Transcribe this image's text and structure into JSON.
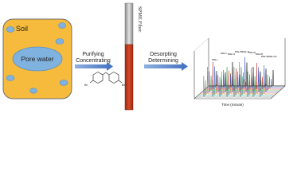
{
  "soil_panel": {
    "title": "Soil",
    "pore_label": "Pore water",
    "colors": {
      "soil": "#f6bb3d",
      "soil_edge": "#6e6e6e",
      "water": "#7fb2df",
      "water_edge": "#5e8fc0"
    }
  },
  "step1": {
    "line1": "Purifying",
    "line2": "Concentrating"
  },
  "step2": {
    "line1": "Desorpting",
    "line2": "Determining"
  },
  "fiber": {
    "label": "SPME Fiber",
    "colors": {
      "coating": "#c1391c",
      "shaft": "#a8a8a8"
    }
  },
  "chromatogram": {
    "x_axis_label": "Time (minute)",
    "peak_labels": [
      "BDE-1",
      "BDE-3",
      "BDE-15",
      "BDE-28",
      "BDE-47",
      "BDE-66",
      "BDE-85",
      "BDE-99",
      "BDE-100"
    ],
    "trace_colors": [
      "#111111",
      "#2b4ec4",
      "#c23a3a",
      "#2e9b3a",
      "#8a3fb0",
      "#d07a1a",
      "#1aa3a3",
      "#777777"
    ]
  },
  "molecule": {
    "substituent_left": "Br",
    "substituent_right": "Br"
  },
  "arrow_color": "#4a78c0"
}
